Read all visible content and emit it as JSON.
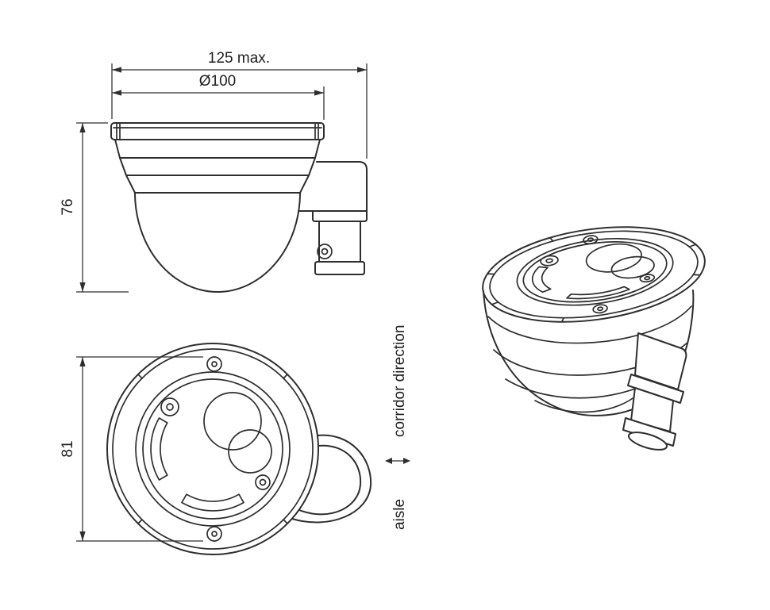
{
  "colors": {
    "background": "#ffffff",
    "line": "#2e2e2e",
    "text": "#1f1f1f"
  },
  "side_view": {
    "dim_width": "125 max.",
    "dim_diameter": "Ø100",
    "dim_height": "76"
  },
  "top_view": {
    "dim_span": "81"
  },
  "orientation": {
    "corridor_label": "corridor direction",
    "aisle_label": "aisle",
    "arrow_icon": "double-headed-arrow"
  }
}
